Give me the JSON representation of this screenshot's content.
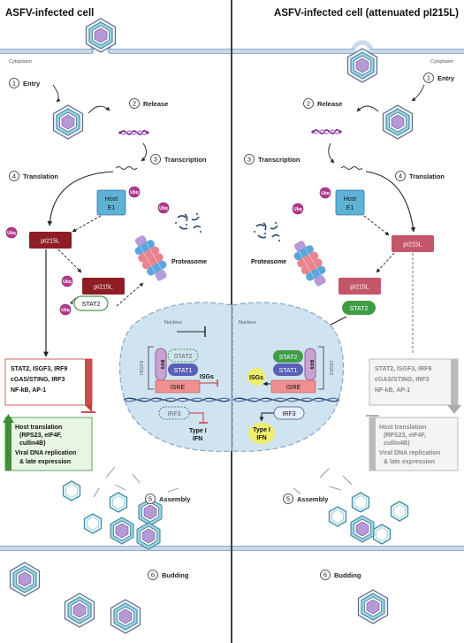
{
  "left": {
    "title": "ASFV-infected cell",
    "cytoplasm": "Cytoplasm",
    "nucleus": "Nucleus",
    "steps": [
      {
        "num": "1",
        "label": "Entry"
      },
      {
        "num": "2",
        "label": "Release"
      },
      {
        "num": "3",
        "label": "Transcription"
      },
      {
        "num": "4",
        "label": "Translation"
      },
      {
        "num": "5",
        "label": "Assembly"
      },
      {
        "num": "6",
        "label": "Budding"
      }
    ],
    "host_e1": [
      "Host",
      "E1"
    ],
    "ubq": "Ubq",
    "pi215l": "pI215L",
    "stat2": "STAT2",
    "stat1": "STAT1",
    "irf9": "IRF9",
    "isgf3": "ISGF3",
    "isre": "ISRE",
    "irf3": "IRF3",
    "isgs": "ISGs",
    "type1": [
      "Type I",
      "IFN"
    ],
    "proteasome": "Proteasome",
    "inhibited_box": [
      "STAT2, ISGF3, IRF9",
      "cGAS/STING, IRF3",
      "NF-kB, AP-1"
    ],
    "activated_box": [
      "Host translation",
      "(RPS23, eIF4F,",
      "cullin4B)",
      "Viral DNA replication",
      "& late expression"
    ]
  },
  "right": {
    "title": "ASFV-infected cell (attenuated pI215L)",
    "cytoplasm": "Cytoplasm",
    "nucleus": "Nucleus",
    "steps": [
      {
        "num": "1",
        "label": "Entry"
      },
      {
        "num": "2",
        "label": "Release"
      },
      {
        "num": "3",
        "label": "Transcription"
      },
      {
        "num": "4",
        "label": "Translation"
      },
      {
        "num": "5",
        "label": "Assembly"
      },
      {
        "num": "6",
        "label": "Budding"
      }
    ],
    "host_e1": [
      "Host",
      "E1"
    ],
    "ubq": "Ubq",
    "pi215l": "pI215L",
    "stat2": "STAT2",
    "stat1": "STAT1",
    "irf9": "IRF9",
    "isgf3": "ISGF3",
    "isre": "ISRE",
    "irf3": "IRF3",
    "isgs": "ISGs",
    "type1": [
      "Type I",
      "IFN"
    ],
    "proteasome": "Proteasome",
    "inhibited_box": [
      "STAT2, ISGF3, IRF9",
      "cGAS/STING, IRF3",
      "NF-kB, AP-1"
    ],
    "activated_box": [
      "Host translation",
      "(RPS23, eIF4F,",
      "cullin4B)",
      "Viral DNA replication",
      "& late expression"
    ]
  },
  "colors": {
    "pi215l_dark": "#8e1d24",
    "pi215l_light": "#c4566a",
    "stat2": "#3f9e45",
    "stat1": "#5a5fb8",
    "irf9": "#c9a3cf",
    "isre": "#ef8f8f",
    "ubq": "#b23a8e",
    "host_e1": "#5fb2d6",
    "nucleus": "#cfe3f0",
    "inhibit": "#c33a3a",
    "activate": "#3f8f38"
  }
}
